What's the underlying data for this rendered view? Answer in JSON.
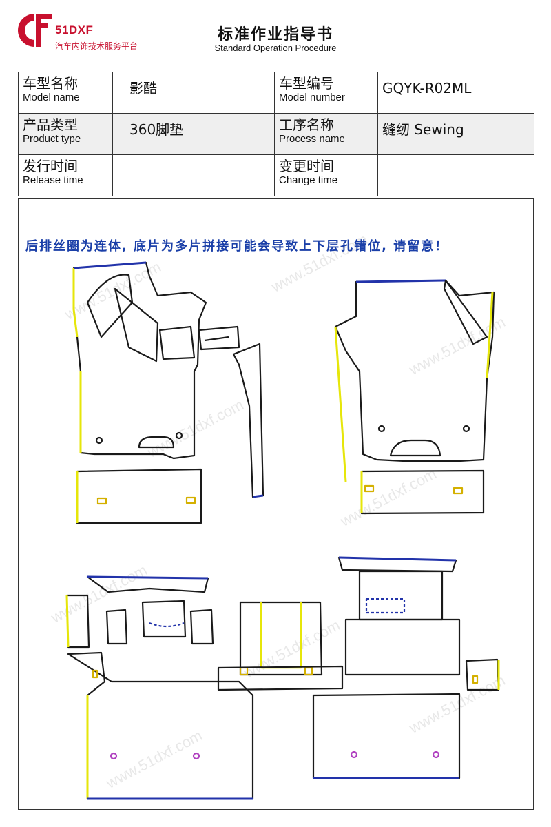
{
  "header": {
    "brand_name": "51DXF",
    "brand_tagline": "汽车内饰技术服务平台",
    "title": "标准作业指导书",
    "subtitle": "Standard Operation Procedure"
  },
  "info_table": {
    "model_name": {
      "label_cn": "车型名称",
      "label_en": "Model name",
      "value": "影酷"
    },
    "model_number": {
      "label_cn": "车型编号",
      "label_en": "Model number",
      "value": "GQYK-R02ML"
    },
    "product_type": {
      "label_cn": "产品类型",
      "label_en": "Product type",
      "value": "360脚垫"
    },
    "process_name": {
      "label_cn": "工序名称",
      "label_en": "Process name",
      "value": "缝纫 Sewing"
    },
    "release_time": {
      "label_cn": "发行时间",
      "label_en": "Release time",
      "value": ""
    },
    "change_time": {
      "label_cn": "变更时间",
      "label_en": "Change time",
      "value": ""
    }
  },
  "sketch": {
    "note": "后排丝圈为连体, 底片为多片拼接可能会导致上下层孔错位, 请留意！",
    "watermark": "www.51dxf.com",
    "colors": {
      "outline": "#1a1a1a",
      "edge_yellow": "#e6e60a",
      "edge_blue": "#2233aa",
      "hole_purple": "#b040c0",
      "note_blue": "#1a3fa8",
      "brand_red": "#c8102e"
    }
  }
}
